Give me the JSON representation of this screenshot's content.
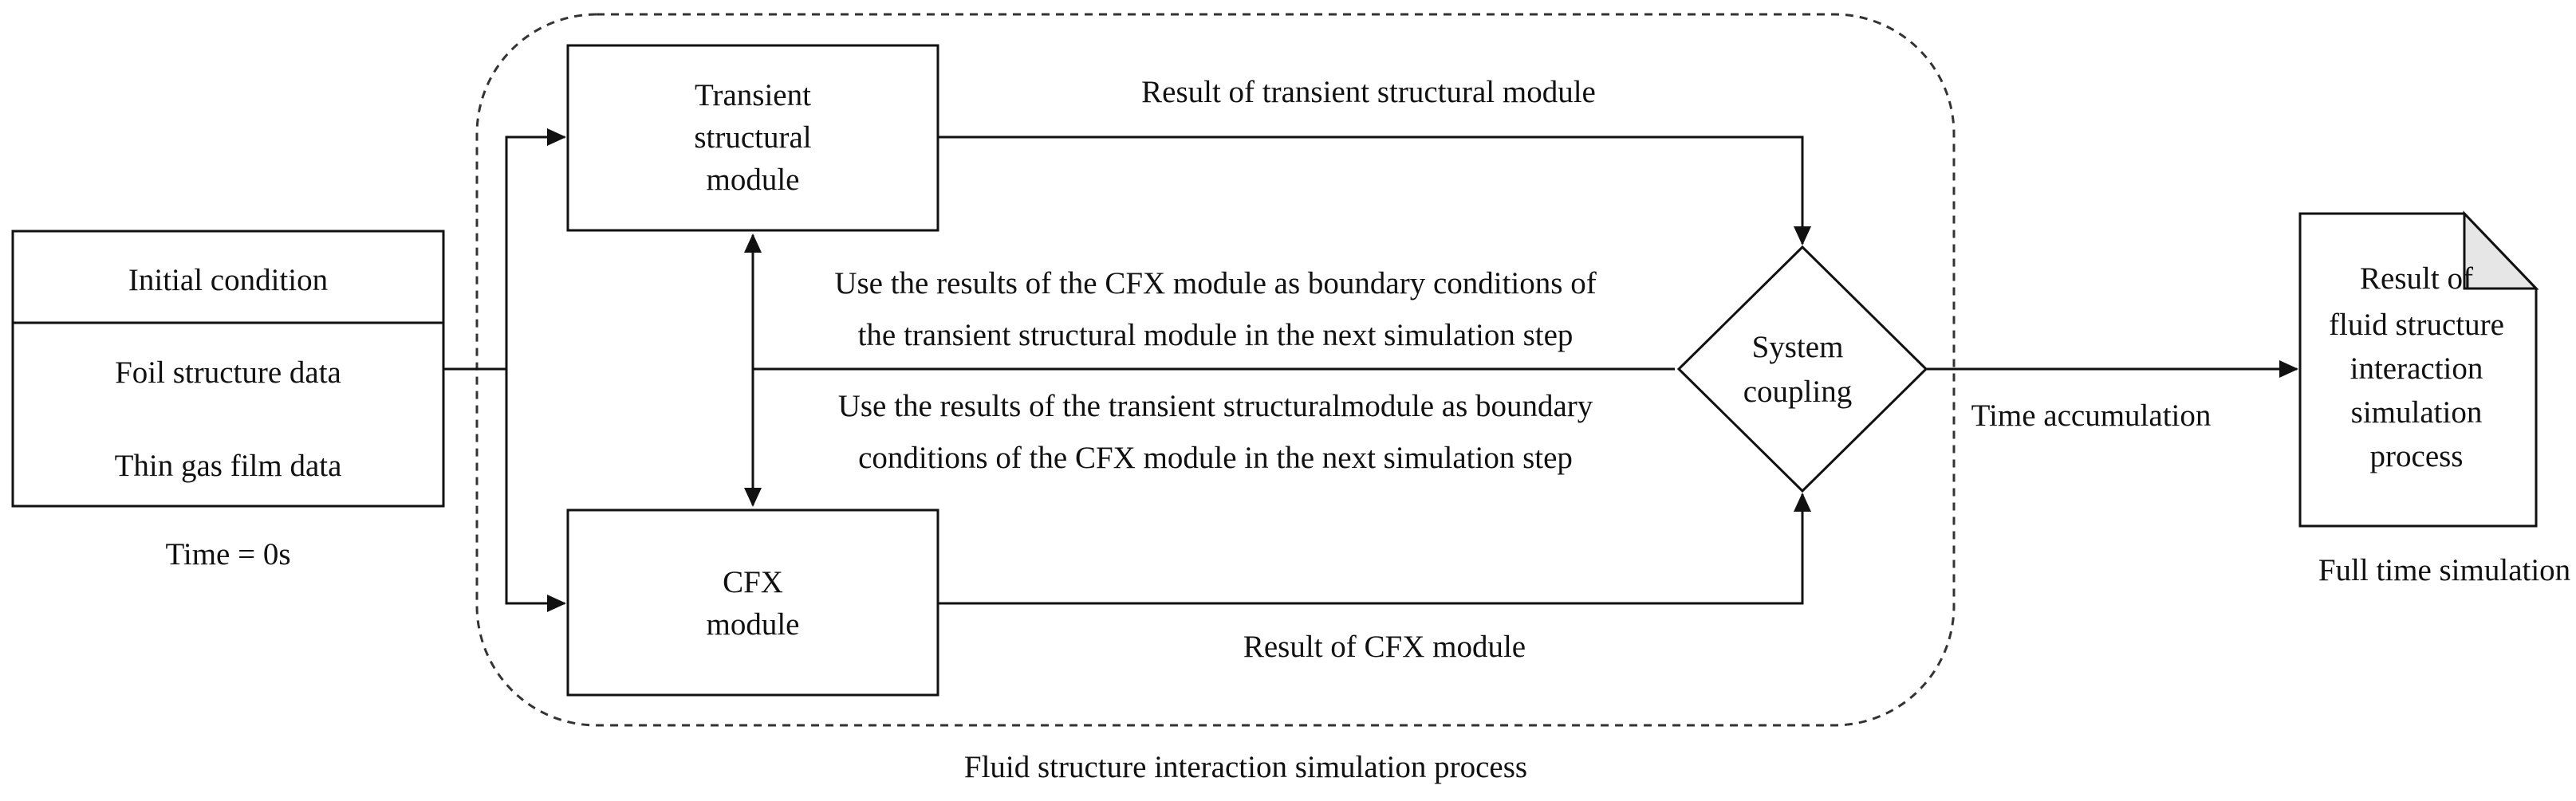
{
  "initial_panel": {
    "header": "Initial condition",
    "items": [
      "Foil structure data",
      "Thin gas film data"
    ],
    "time_label": "Time = 0s"
  },
  "group": {
    "label": "Fluid structure interaction simulation process"
  },
  "transient_module": {
    "lines": [
      "Transient",
      "structural",
      "module"
    ]
  },
  "cfx_module": {
    "lines": [
      "CFX",
      "module"
    ]
  },
  "system_coupling": {
    "lines": [
      "System",
      "coupling"
    ]
  },
  "edges": {
    "transient_result": "Result of transient structural module",
    "cfx_result": "Result of CFX module",
    "cfx_to_transient": [
      "Use the results of the CFX module as boundary conditions of",
      "the transient structural module in the next simulation step"
    ],
    "transient_to_cfx": [
      "Use the results of the transient structuralmodule as boundary",
      "conditions of the CFX module in the next simulation step"
    ],
    "time_accumulation": "Time accumulation"
  },
  "result_document": {
    "lines": [
      "Result of",
      "fluid structure",
      "interaction",
      "simulation",
      "process"
    ],
    "caption": "Full time simulation"
  }
}
